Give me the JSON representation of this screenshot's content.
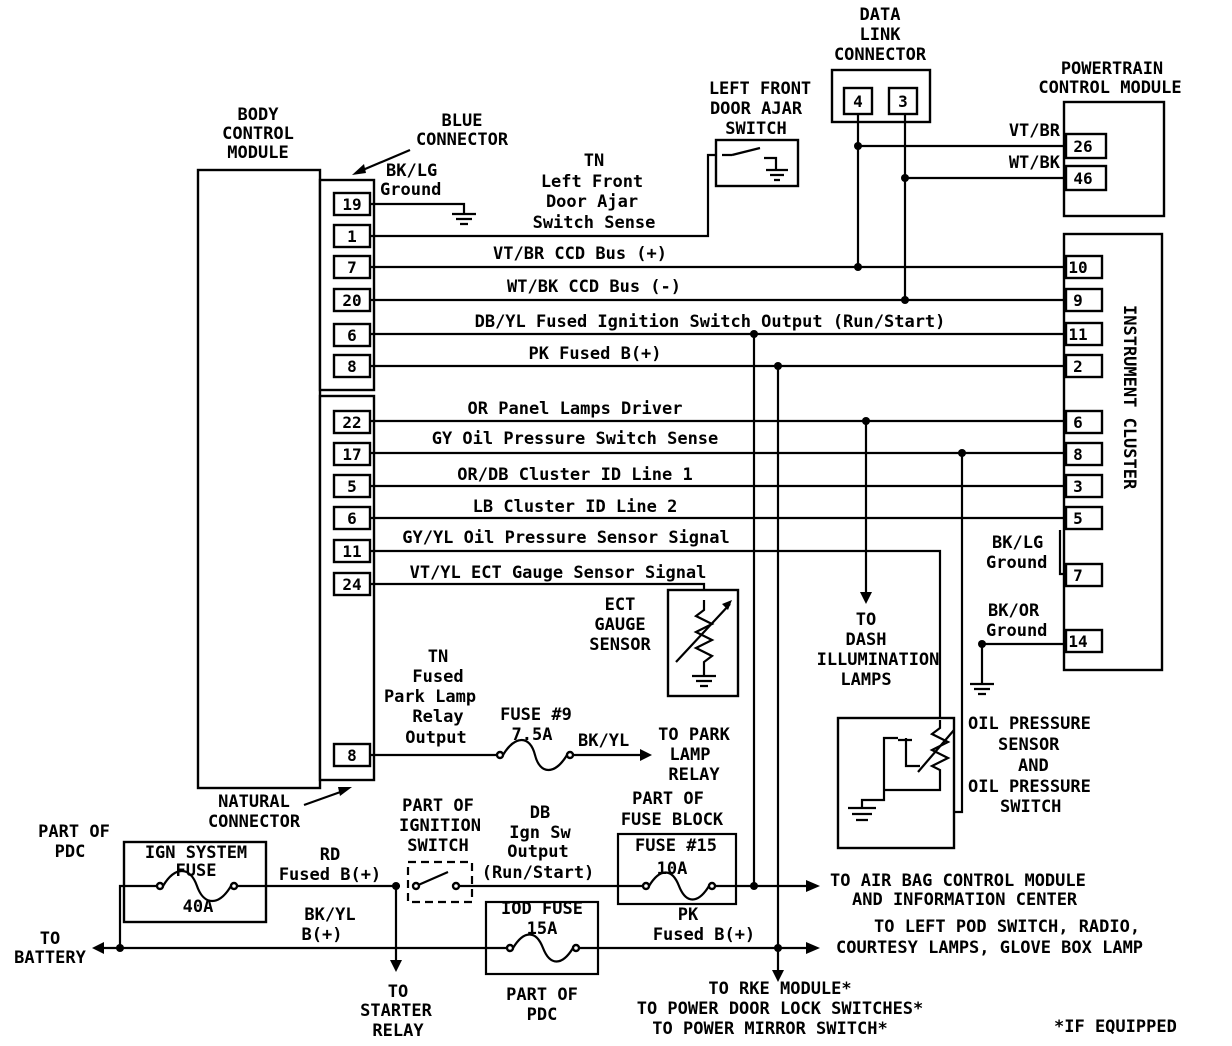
{
  "modules": {
    "bcm": [
      "BODY",
      "CONTROL",
      "MODULE"
    ],
    "dlc": [
      "DATA",
      "LINK",
      "CONNECTOR"
    ],
    "pcm": [
      "POWERTRAIN",
      "CONTROL MODULE"
    ],
    "cluster": "INSTRUMENT CLUSTER"
  },
  "connectors": {
    "blue": [
      "BLUE",
      "CONNECTOR"
    ],
    "natural": [
      "NATURAL",
      "CONNECTOR"
    ]
  },
  "bcm_blue_pins": [
    "19",
    "1",
    "7",
    "20",
    "6",
    "8"
  ],
  "bcm_natural_pins": [
    "22",
    "17",
    "5",
    "6",
    "11",
    "24",
    "8"
  ],
  "dlc_pins": [
    "4",
    "3"
  ],
  "pcm_pins": [
    "26",
    "46"
  ],
  "cluster_pins": [
    "10",
    "9",
    "11",
    "2",
    "6",
    "8",
    "3",
    "5",
    "7",
    "14"
  ],
  "wires": {
    "bk_lg_ground": [
      "BK/LG",
      "Ground"
    ],
    "door_sense": [
      "TN",
      "Left Front",
      "Door Ajar",
      "Switch Sense"
    ],
    "ccd_plus": "VT/BR CCD Bus (+)",
    "ccd_minus": "WT/BK CCD Bus (-)",
    "ign_output": "DB/YL Fused Ignition Switch Output (Run/Start)",
    "pk_fused": "PK Fused B(+)",
    "panel_lamps": "OR Panel Lamps Driver",
    "oil_switch": "GY Oil Pressure Switch Sense",
    "cluster_id1": "OR/DB Cluster ID Line 1",
    "cluster_id2": "LB Cluster ID Line 2",
    "oil_sensor": "GY/YL Oil Pressure Sensor Signal",
    "ect_signal": "VT/YL ECT Gauge Sensor Signal",
    "pcm_vt_br": "VT/BR",
    "pcm_wt_bk": "WT/BK",
    "cluster_gnd1": [
      "BK/LG",
      "Ground"
    ],
    "cluster_gnd2": [
      "BK/OR",
      "Ground"
    ],
    "park_lamp_out": [
      "TN",
      "Fused",
      "Park Lamp",
      "Relay",
      "Output"
    ],
    "bk_yl_left": "BK/YL",
    "rd_fused": [
      "RD",
      "Fused B(+)"
    ],
    "bk_yl_batt": [
      "BK/YL",
      "B(+)"
    ],
    "db_ign": [
      "DB",
      "Ign Sw",
      "Output",
      "(Run/Start)"
    ],
    "pk_fused_lower": [
      "PK",
      "Fused B(+)"
    ]
  },
  "components": {
    "door_switch": [
      "LEFT FRONT",
      "DOOR AJAR",
      "SWITCH"
    ],
    "ect_sensor": [
      "ECT",
      "GAUGE",
      "SENSOR"
    ],
    "dash_lamps": [
      "TO",
      "DASH",
      "ILLUMINATION",
      "LAMPS"
    ],
    "oil_sensor": [
      "OIL PRESSURE",
      "SENSOR",
      "AND",
      "OIL PRESSURE",
      "SWITCH"
    ],
    "fuse9": [
      "FUSE #9",
      "7.5A"
    ],
    "park_relay": [
      "TO PARK",
      "LAMP",
      "RELAY"
    ],
    "pdc_left": [
      "PART OF",
      "PDC"
    ],
    "ign_fuse": [
      "IGN SYSTEM",
      "FUSE",
      "40A"
    ],
    "ign_switch": [
      "PART OF",
      "IGNITION",
      "SWITCH"
    ],
    "fuse_block": [
      "PART OF",
      "FUSE BLOCK",
      "FUSE #15",
      "10A"
    ],
    "iod_fuse": [
      "IOD FUSE",
      "15A"
    ],
    "pdc_bottom": [
      "PART OF",
      "PDC"
    ]
  },
  "destinations": {
    "battery": [
      "TO",
      "BATTERY"
    ],
    "starter": [
      "TO",
      "STARTER",
      "RELAY"
    ],
    "airbag": [
      "TO AIR BAG CONTROL MODULE",
      "AND INFORMATION CENTER"
    ],
    "pod": [
      "TO LEFT POD SWITCH, RADIO,",
      "COURTESY LAMPS, GLOVE BOX LAMP"
    ],
    "rke": [
      "TO RKE MODULE*",
      "TO POWER DOOR LOCK SWITCHES*",
      "TO POWER MIRROR SWITCH*"
    ]
  },
  "footnote": "*IF EQUIPPED"
}
